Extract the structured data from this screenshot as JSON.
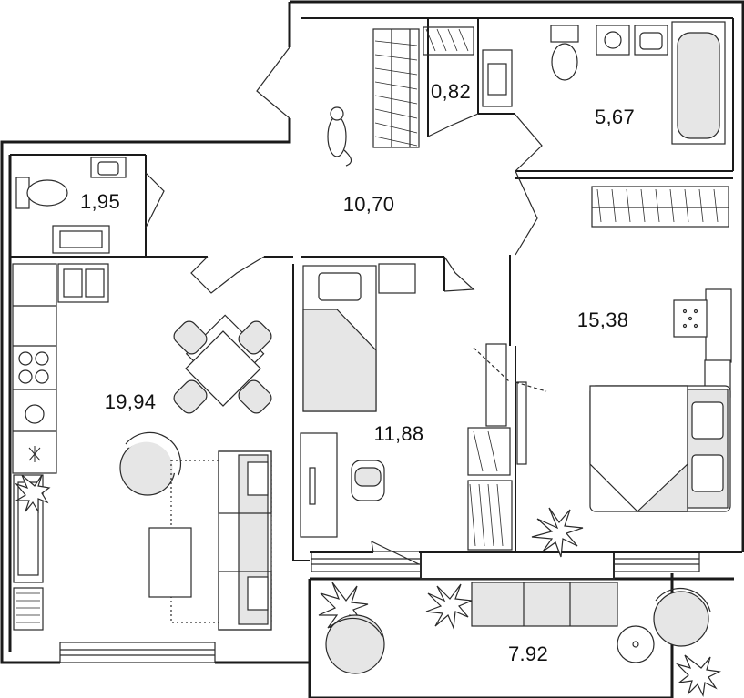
{
  "floor_plan": {
    "rooms": [
      {
        "id": "storage",
        "area": "0,82"
      },
      {
        "id": "bathroom",
        "area": "5,67"
      },
      {
        "id": "toilet",
        "area": "1,95"
      },
      {
        "id": "hallway",
        "area": "10,70"
      },
      {
        "id": "bedroom",
        "area": "15,38"
      },
      {
        "id": "kitchen-living",
        "area": "19,94"
      },
      {
        "id": "children-room",
        "area": "11,88"
      },
      {
        "id": "balcony",
        "area": "7.92"
      }
    ]
  },
  "colors": {
    "wall": "#1a1a1a",
    "furniture_fill": "#e6e6e6",
    "line": "#2a2a2a"
  }
}
